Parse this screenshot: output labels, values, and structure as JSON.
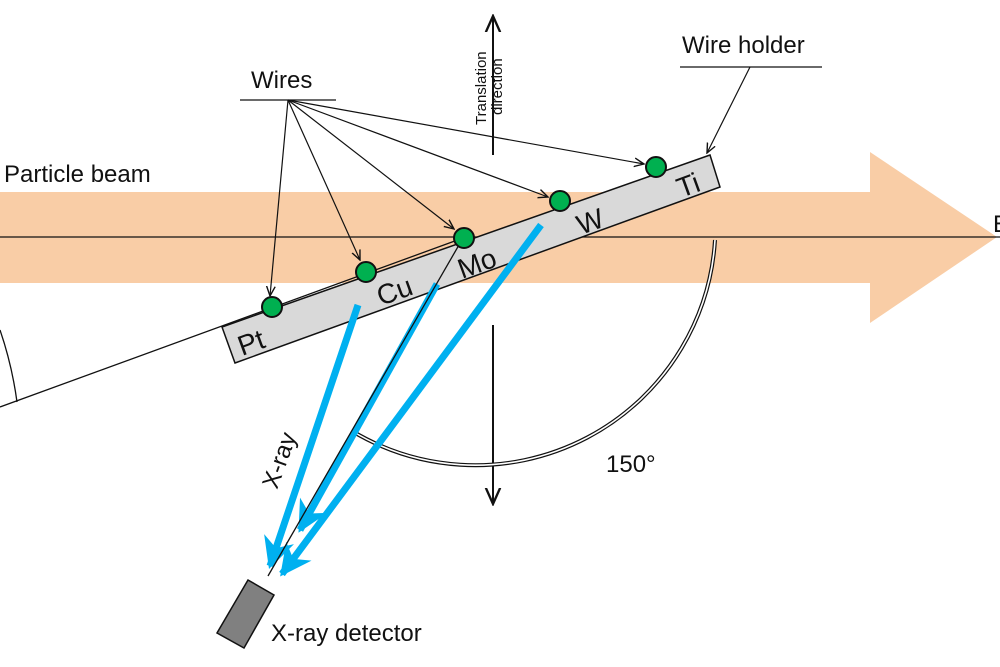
{
  "labels": {
    "particle_beam": "Particle beam",
    "beam_axis_letter": "E",
    "wires": "Wires",
    "wire_holder": "Wire holder",
    "translation": "Translation",
    "direction": "direction",
    "xray": "X-ray",
    "xray_detector": "X-ray detector",
    "angle": "150°"
  },
  "wires": [
    {
      "name": "Pt"
    },
    {
      "name": "Cu"
    },
    {
      "name": "Mo"
    },
    {
      "name": "W"
    },
    {
      "name": "Ti"
    }
  ],
  "colors": {
    "beam": "#f9cda6",
    "xray": "#00b0f0",
    "wire_dot": "#00b050",
    "holder": "#d9d9d9",
    "detector": "#808080"
  }
}
